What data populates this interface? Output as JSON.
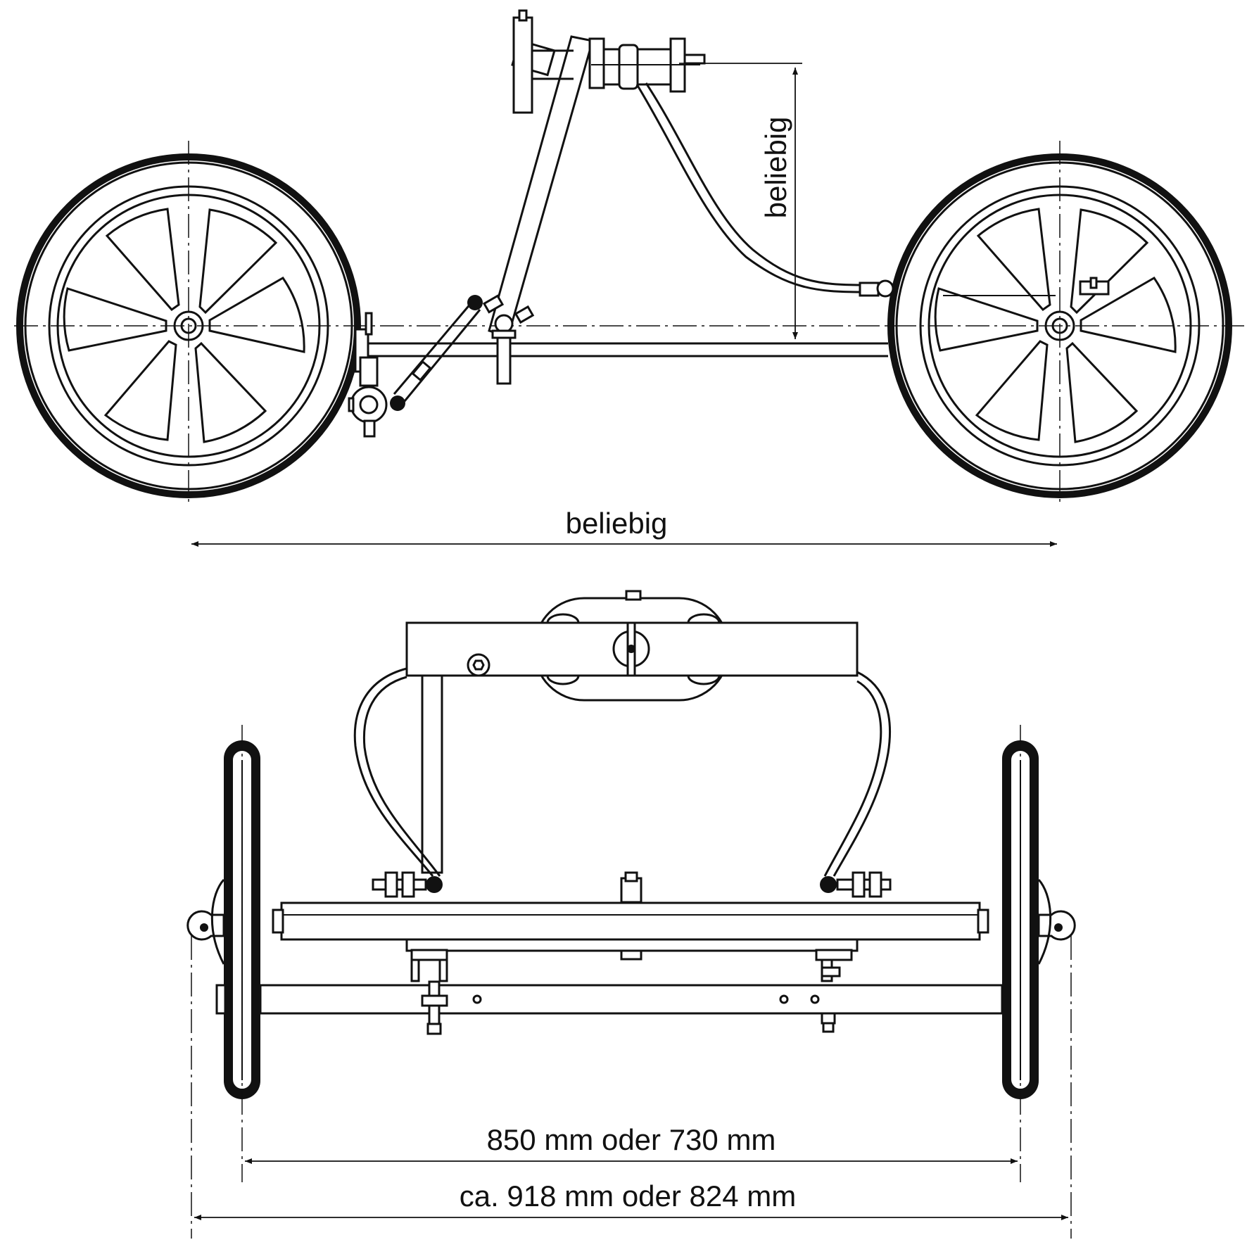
{
  "side_view": {
    "wheelbase_label": "beliebig",
    "height_label": "beliebig"
  },
  "rear_view": {
    "track_label": "850 mm oder 730 mm",
    "overall_width_label": "ca. 918 mm oder 824 mm"
  },
  "colors": {
    "line": "#111111",
    "background": "#ffffff"
  }
}
